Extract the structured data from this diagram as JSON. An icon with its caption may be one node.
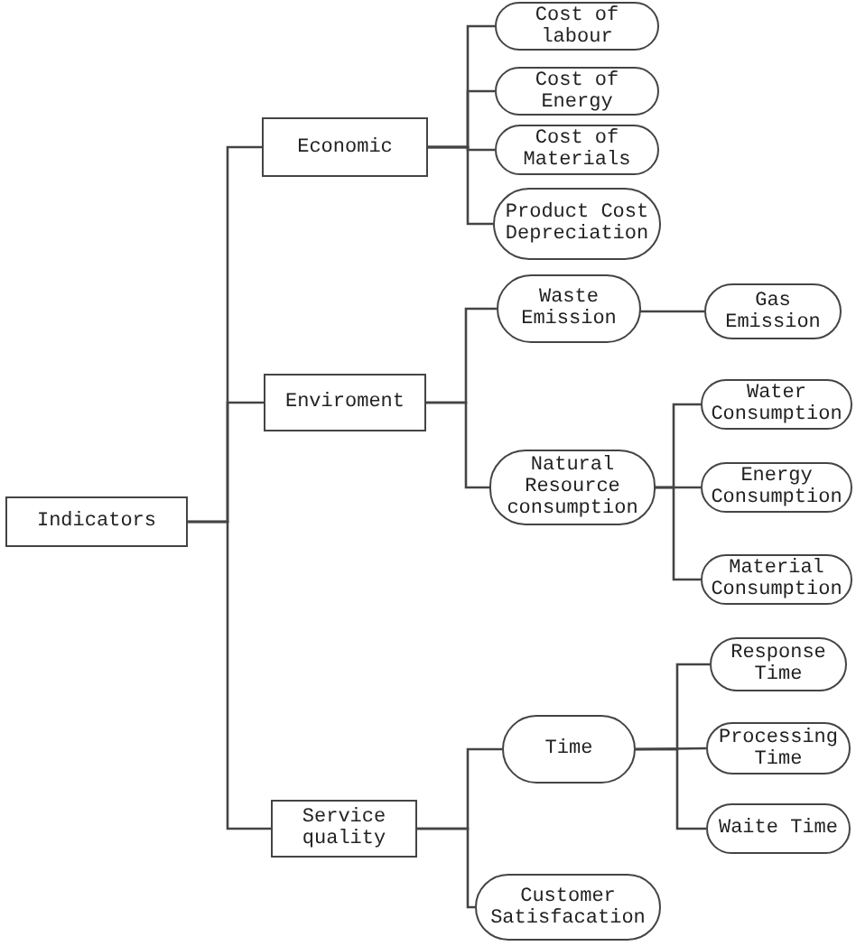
{
  "diagram": {
    "nodes": [
      {
        "text": [
          "Indicators"
        ]
      },
      {
        "text": [
          "Economic"
        ]
      },
      {
        "text": [
          "Enviroment"
        ]
      },
      {
        "text": [
          "Service quality"
        ]
      },
      {
        "text": [
          "Cost of labour"
        ]
      },
      {
        "text": [
          "Cost of Energy"
        ]
      },
      {
        "text": [
          "Cost of Materials"
        ]
      },
      {
        "text": [
          "Product Cost Depreciation"
        ]
      },
      {
        "text": [
          "Waste Emission"
        ]
      },
      {
        "text": [
          "Gas Emission"
        ]
      },
      {
        "text": [
          "Natural Resource consumption"
        ]
      },
      {
        "text": [
          "Water Consumption"
        ]
      },
      {
        "text": [
          "Energy Consumption"
        ]
      },
      {
        "text": [
          "Material Consumption"
        ]
      },
      {
        "text": [
          "Time"
        ]
      },
      {
        "text": [
          "Customer Satisfacation"
        ]
      },
      {
        "text": [
          "Response Time"
        ]
      },
      {
        "text": [
          "Processing Time"
        ]
      },
      {
        "text": [
          "Waite Time"
        ]
      }
    ],
    "edges": [
      {
        "from": 0,
        "to": 1,
        "arrow": "none"
      },
      {
        "from": 0,
        "to": 2,
        "arrow": "none"
      },
      {
        "from": 0,
        "to": 3,
        "arrow": "none"
      },
      {
        "from": 1,
        "to": 4,
        "arrow": "none"
      },
      {
        "from": 1,
        "to": 5,
        "arrow": "none"
      },
      {
        "from": 1,
        "to": 6,
        "arrow": "none"
      },
      {
        "from": 1,
        "to": 7,
        "arrow": "none"
      },
      {
        "from": 2,
        "to": 8,
        "arrow": "none"
      },
      {
        "from": 2,
        "to": 10,
        "arrow": "none"
      },
      {
        "from": 8,
        "to": 9,
        "arrow": "none"
      },
      {
        "from": 10,
        "to": 11,
        "arrow": "none"
      },
      {
        "from": 10,
        "to": 12,
        "arrow": "none"
      },
      {
        "from": 10,
        "to": 13,
        "arrow": "none"
      },
      {
        "from": 3,
        "to": 14,
        "arrow": "none"
      },
      {
        "from": 3,
        "to": 15,
        "arrow": "none"
      },
      {
        "from": 14,
        "to": 16,
        "arrow": "none"
      },
      {
        "from": 14,
        "to": 17,
        "arrow": "none"
      },
      {
        "from": 14,
        "to": 18,
        "arrow": "none"
      }
    ]
  }
}
